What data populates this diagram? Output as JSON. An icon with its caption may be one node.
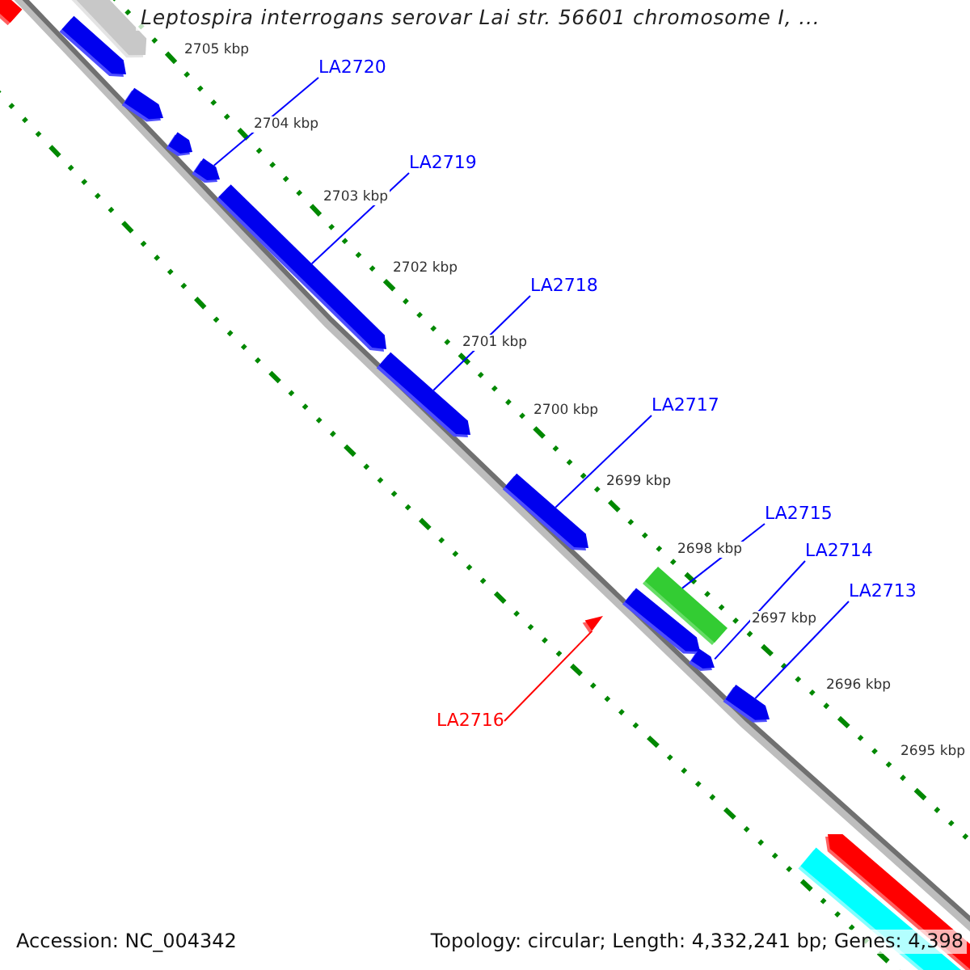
{
  "diagram": {
    "title": "Leptospira interrogans serovar Lai str. 56601 chromosome I, ...",
    "nodes": [
      {
        "text": [
          "LA2720"
        ]
      },
      {
        "text": [
          "LA2719"
        ]
      },
      {
        "text": [
          "LA2718"
        ]
      },
      {
        "text": [
          "LA2717"
        ]
      },
      {
        "text": [
          "LA2715"
        ]
      },
      {
        "text": [
          "LA2714"
        ]
      },
      {
        "text": [
          "LA2713"
        ]
      },
      {
        "text": [
          "LA2716"
        ]
      },
      {
        "text": [],
        "shape": "bar"
      },
      {
        "text": [],
        "shape": "arrow"
      },
      {
        "text": [],
        "shape": "arrow"
      },
      {
        "text": [],
        "shape": "arrow"
      },
      {
        "text": [],
        "shape": "arrow"
      },
      {
        "text": [],
        "shape": "arrow"
      },
      {
        "text": [],
        "shape": "arrow"
      },
      {
        "text": [],
        "shape": "arrow"
      },
      {
        "text": [],
        "shape": "arrow"
      },
      {
        "text": [],
        "shape": "bar"
      },
      {
        "text": [],
        "shape": "arrow"
      },
      {
        "text": [],
        "shape": "arrow"
      },
      {
        "text": [],
        "shape": "arrow"
      },
      {
        "text": [],
        "shape": "arrow"
      },
      {
        "text": [],
        "shape": "arrow"
      },
      {
        "text": [],
        "shape": "bar"
      }
    ],
    "edges": [
      {
        "from": 0,
        "to": 13,
        "arrow": "none"
      },
      {
        "from": 1,
        "to": 14,
        "arrow": "none"
      },
      {
        "from": 2,
        "to": 15,
        "arrow": "none"
      },
      {
        "from": 3,
        "to": 16,
        "arrow": "none"
      },
      {
        "from": 4,
        "to": 17,
        "arrow": "none"
      },
      {
        "from": 5,
        "to": 20,
        "arrow": "none"
      },
      {
        "from": 6,
        "to": 21,
        "arrow": "none"
      },
      {
        "from": 7,
        "to": 19,
        "arrow": "none",
        "color": "#ff0000"
      }
    ],
    "labels": [
      "2705 kbp",
      "2704 kbp",
      "2703 kbp",
      "2702 kbp",
      "2701 kbp",
      "2700 kbp",
      "2699 kbp",
      "2698 kbp",
      "2697 kbp",
      "2696 kbp",
      "2695 kbp",
      "Accession: NC_004342",
      "Topology: circular; Length: 4,332,241 bp; Genes: 4,398"
    ]
  }
}
